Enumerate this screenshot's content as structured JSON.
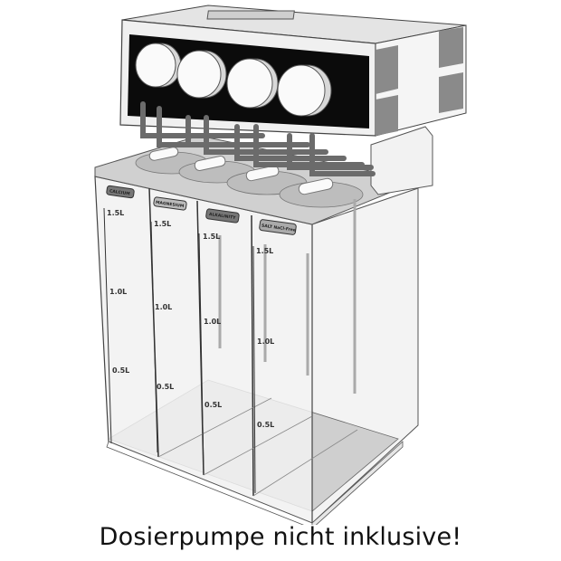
{
  "caption": "Dosierpumpe nicht inklusive!",
  "product": {
    "pump_unit": {
      "pump_heads": 4,
      "colors": {
        "body": "#ececec",
        "face": "#0a0a0a",
        "corner_pads": "#8a8a8a",
        "tubing": "#6b6b6b"
      }
    },
    "reservoir": {
      "chambers": [
        {
          "label": "CALCIUM",
          "scale_labels": [
            "1.5L",
            "1.0L",
            "0.5L"
          ]
        },
        {
          "label": "MAGNESIUM",
          "scale_labels": [
            "1.5L",
            "1.0L",
            "0.5L"
          ]
        },
        {
          "label": "ALKALINITY",
          "scale_labels": [
            "1.5L",
            "1.0L",
            "0.5L"
          ]
        },
        {
          "label": "SALT NaCl-Free",
          "scale_labels": [
            "1.5L",
            "1.0L",
            "0.5L"
          ]
        }
      ],
      "colors": {
        "glass": "#f2f2f2",
        "floor": "#cfcfcf",
        "edge": "#444444"
      }
    }
  }
}
